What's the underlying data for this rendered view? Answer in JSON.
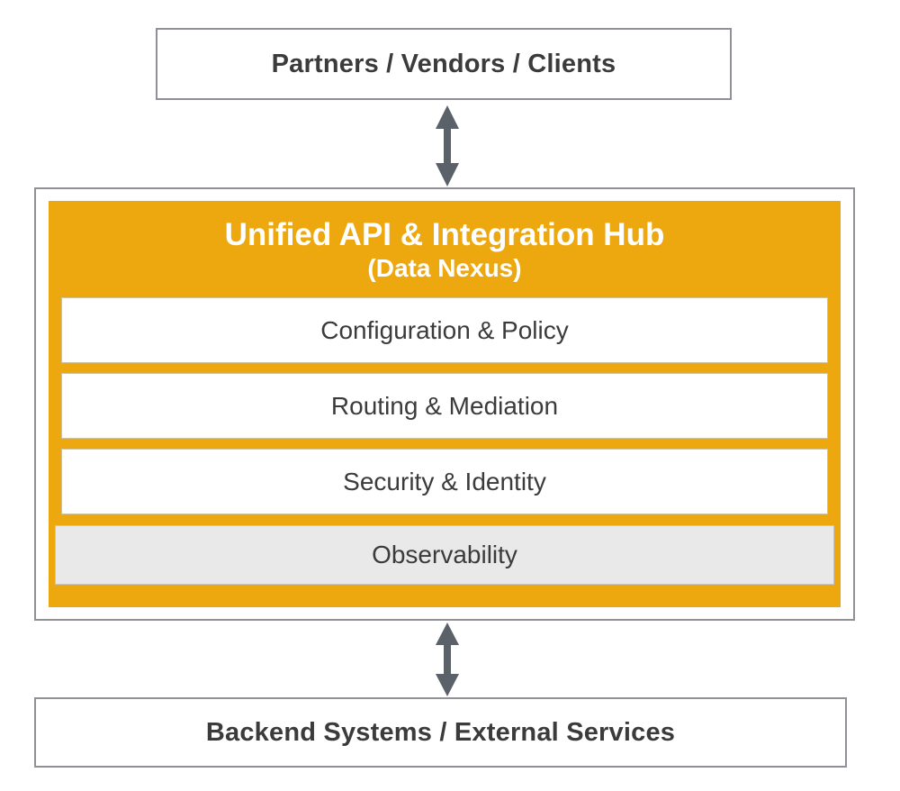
{
  "diagram": {
    "top_node": {
      "label": "Partners / Vendors / Clients"
    },
    "hub": {
      "title": "Unified API & Integration Hub",
      "subtitle": "(Data Nexus)",
      "layers": [
        {
          "label": "Configuration & Policy"
        },
        {
          "label": "Routing & Mediation"
        },
        {
          "label": "Security & Identity"
        },
        {
          "label": "Observability"
        }
      ]
    },
    "bottom_node": {
      "label": "Backend Systems / External Services"
    },
    "connectors": [
      {
        "name": "top-to-hub",
        "type": "bidirectional-vertical-arrow"
      },
      {
        "name": "hub-to-bottom",
        "type": "bidirectional-vertical-arrow"
      }
    ]
  },
  "colors": {
    "accent": "#eca80e",
    "arrow": "#5a6169",
    "border-gray": "#8f9196",
    "text-dark": "#3b3b3b",
    "layer-bg": "#ffffff",
    "obs-bg": "#e9e9e9"
  }
}
